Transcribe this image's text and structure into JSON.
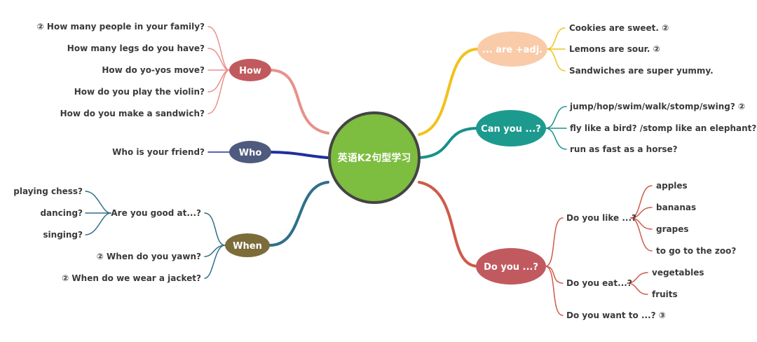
{
  "center": {
    "label": "英语K2句型学习"
  },
  "colors": {
    "how": "#e8918b",
    "how_node": "#c15a5f",
    "who": "#1f2f9e",
    "who_node": "#4e5a7e",
    "when": "#2f6f8a",
    "when_node": "#7b6c3a",
    "adj": "#f2c21b",
    "adj_node": "#f9cba9",
    "can": "#17918b",
    "can_node": "#1d9a8e",
    "do": "#cf5a4a",
    "do_node": "#c15a5f",
    "center_fill": "#7dbd3f",
    "center_stroke": "#444444"
  },
  "how": {
    "label": "How",
    "items": [
      "② How many people in your family?",
      "How many legs do you have?",
      "How do yo-yos move?",
      "How do you play the violin?",
      "How do you make a sandwich?"
    ]
  },
  "who": {
    "label": "Who",
    "items": [
      "Who is your friend?"
    ]
  },
  "when": {
    "label": "When",
    "good_at": {
      "label": "Are you good at...?",
      "items": [
        "playing chess?",
        "dancing?",
        "singing?"
      ]
    },
    "items": [
      "② When do you yawn?",
      "② When do we wear a jacket?"
    ]
  },
  "adj": {
    "label": "... are +adj.",
    "items": [
      "Cookies are sweet. ②",
      "Lemons are sour. ②",
      "Sandwiches are super yummy."
    ]
  },
  "can": {
    "label": "Can you ...?",
    "items": [
      "jump/hop/swim/walk/stomp/swing? ②",
      "fly like a bird? /stomp like an elephant?",
      "run as fast as a horse?"
    ]
  },
  "do": {
    "label": "Do you ...?",
    "like": {
      "label": "Do you like ...?",
      "items": [
        "apples",
        "bananas",
        "grapes",
        "to go to the zoo?"
      ]
    },
    "eat": {
      "label": "Do you eat...?",
      "items": [
        "vegetables",
        "fruits"
      ]
    },
    "want": {
      "label": "Do you want to ...? ③"
    }
  }
}
